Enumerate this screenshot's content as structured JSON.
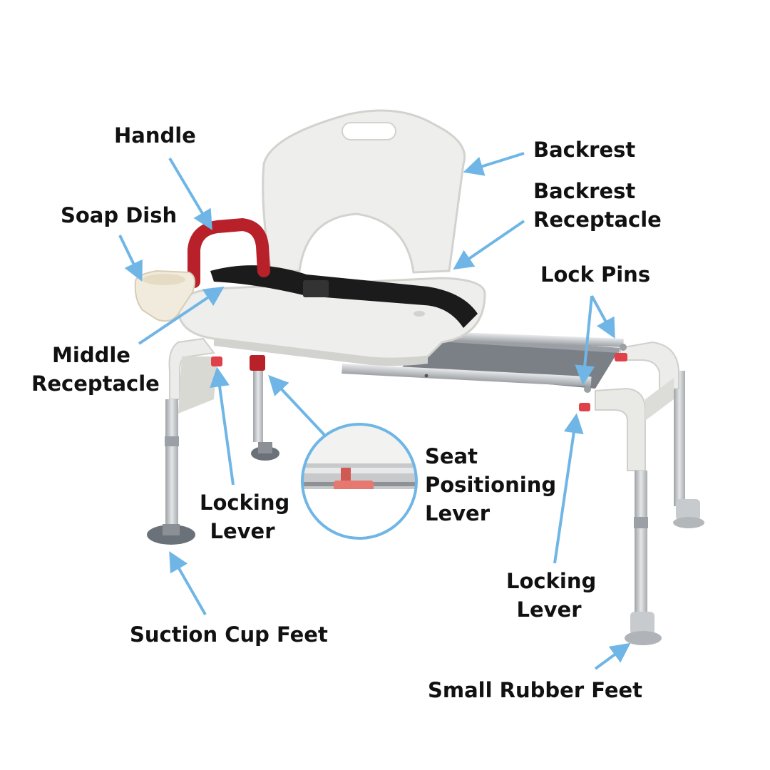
{
  "labels": {
    "handle": "Handle",
    "soap_dish": "Soap Dish",
    "middle_receptacle": [
      "Middle",
      "Receptacle"
    ],
    "backrest": "Backrest",
    "backrest_receptacle": [
      "Backrest",
      "Receptacle"
    ],
    "lock_pins": "Lock Pins",
    "seat_positioning_lever": [
      "Seat",
      "Positioning",
      "Lever"
    ],
    "locking_lever_left": [
      "Locking",
      "Lever"
    ],
    "locking_lever_right": [
      "Locking",
      "Lever"
    ],
    "suction_cup_feet": "Suction Cup Feet",
    "small_rubber_feet": "Small Rubber Feet"
  },
  "colors": {
    "arrow": "#6fb6e6",
    "label_text": "#111111",
    "plastic_white": "#eeeeec",
    "plastic_shadow": "#d2d2ce",
    "handle_red": "#b8202a",
    "lever_red": "#e0404a",
    "aluminum": "#c4c6c8",
    "strap_black": "#1b1b1b",
    "mesh_gray": "#7b7f86",
    "foot_gray": "#8a9096"
  },
  "icons": [
    "arrow-icon",
    "magnifier-circle-icon"
  ]
}
